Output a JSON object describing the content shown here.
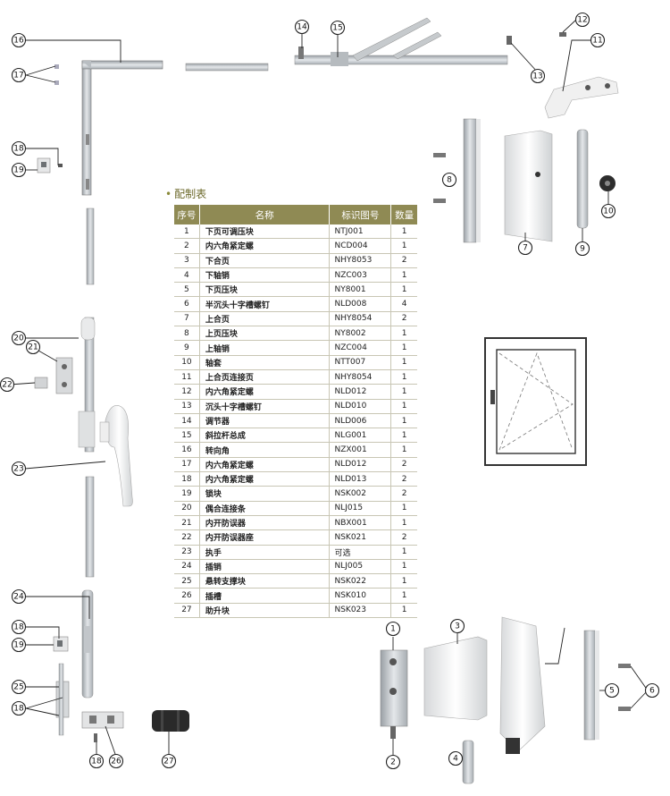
{
  "table": {
    "title": "配制表",
    "headers": [
      "序号",
      "名称",
      "标识图号",
      "数量"
    ],
    "rows": [
      {
        "no": "1",
        "name": "下页可调压块",
        "code": "NTJ001",
        "qty": "1"
      },
      {
        "no": "2",
        "name": "内六角紧定螺",
        "code": "NCD004",
        "qty": "1"
      },
      {
        "no": "3",
        "name": "下合页",
        "code": "NHY8053",
        "qty": "2"
      },
      {
        "no": "4",
        "name": "下轴销",
        "code": "NZC003",
        "qty": "1"
      },
      {
        "no": "5",
        "name": "下页压块",
        "code": "NY8001",
        "qty": "1"
      },
      {
        "no": "6",
        "name": "半沉头十字槽螺钉",
        "code": "NLD008",
        "qty": "4"
      },
      {
        "no": "7",
        "name": "上合页",
        "code": "NHY8054",
        "qty": "2"
      },
      {
        "no": "8",
        "name": "上页压块",
        "code": "NY8002",
        "qty": "1"
      },
      {
        "no": "9",
        "name": "上轴销",
        "code": "NZC004",
        "qty": "1"
      },
      {
        "no": "10",
        "name": "轴套",
        "code": "NTT007",
        "qty": "1"
      },
      {
        "no": "11",
        "name": "上合页连接页",
        "code": "NHY8054",
        "qty": "1"
      },
      {
        "no": "12",
        "name": "内六角紧定螺",
        "code": "NLD012",
        "qty": "1"
      },
      {
        "no": "13",
        "name": "沉头十字槽螺钉",
        "code": "NLD010",
        "qty": "1"
      },
      {
        "no": "14",
        "name": "调节器",
        "code": "NLD006",
        "qty": "1"
      },
      {
        "no": "15",
        "name": "斜拉杆总成",
        "code": "NLG001",
        "qty": "1"
      },
      {
        "no": "16",
        "name": "转向角",
        "code": "NZX001",
        "qty": "1"
      },
      {
        "no": "17",
        "name": "内六角紧定螺",
        "code": "NLD012",
        "qty": "2"
      },
      {
        "no": "18",
        "name": "内六角紧定螺",
        "code": "NLD013",
        "qty": "2"
      },
      {
        "no": "19",
        "name": "锁块",
        "code": "NSK002",
        "qty": "2"
      },
      {
        "no": "20",
        "name": "偶合连接条",
        "code": "NLJ015",
        "qty": "1"
      },
      {
        "no": "21",
        "name": "内开防误器",
        "code": "NBX001",
        "qty": "1"
      },
      {
        "no": "22",
        "name": "内开防误器座",
        "code": "NSK021",
        "qty": "2"
      },
      {
        "no": "23",
        "name": "执手",
        "code": "可选",
        "qty": "1"
      },
      {
        "no": "24",
        "name": "插销",
        "code": "NLJ005",
        "qty": "1"
      },
      {
        "no": "25",
        "name": "悬转支撑块",
        "code": "NSK022",
        "qty": "1"
      },
      {
        "no": "26",
        "name": "插槽",
        "code": "NSK010",
        "qty": "1"
      },
      {
        "no": "27",
        "name": "助升块",
        "code": "NSK023",
        "qty": "1"
      }
    ]
  },
  "callouts": [
    "1",
    "2",
    "3",
    "4",
    "5",
    "6",
    "7",
    "8",
    "9",
    "10",
    "11",
    "12",
    "13",
    "14",
    "15",
    "16",
    "17",
    "18",
    "19",
    "20",
    "21",
    "22",
    "23",
    "24",
    "25",
    "26",
    "27"
  ],
  "colors": {
    "table_header": "#8f8a54",
    "title": "#6d6a2c",
    "metal": "#c9cdd1",
    "metal_dark": "#8c9296",
    "white_part": "#eeeeee"
  }
}
